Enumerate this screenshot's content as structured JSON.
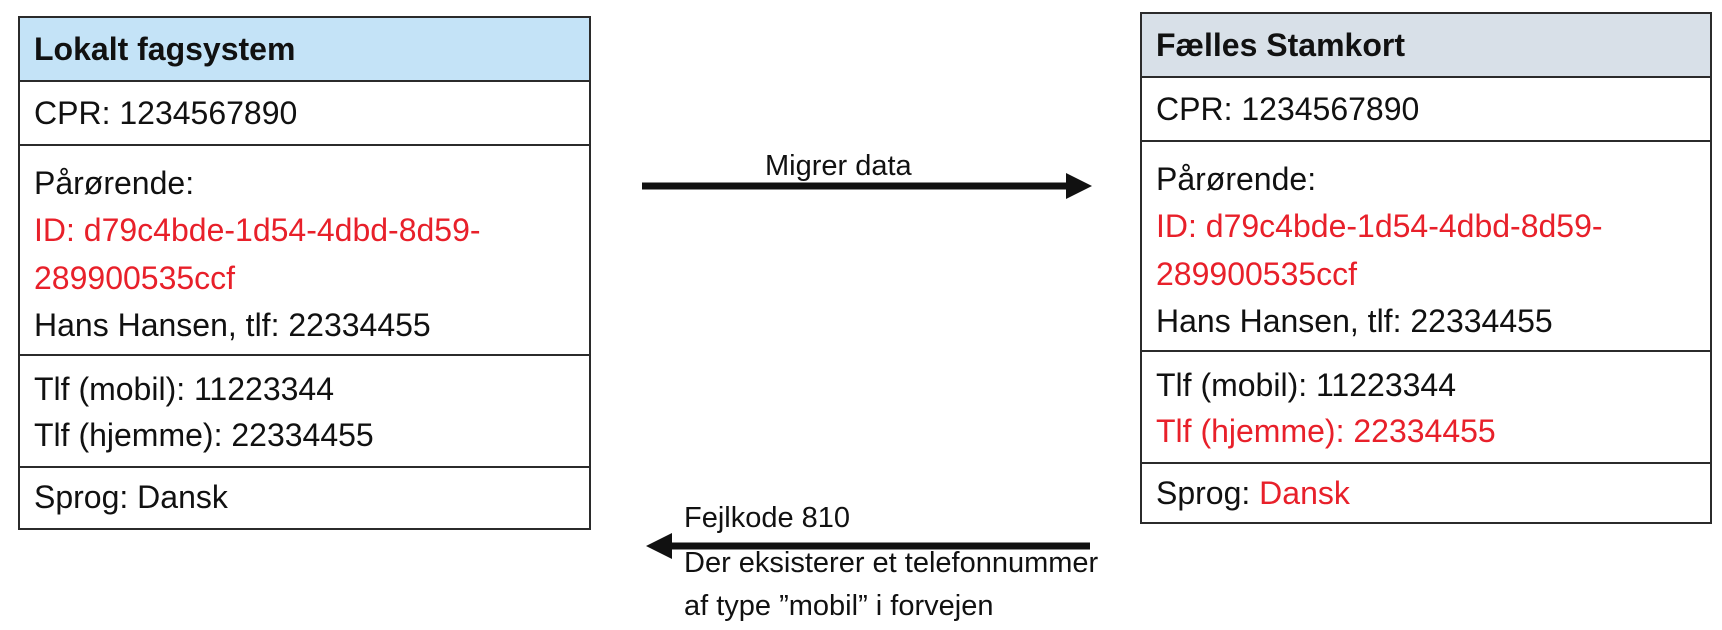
{
  "left_card": {
    "title": "Lokalt fagsystem",
    "header_color": "#c4e3f7",
    "cpr": "CPR: 1234567890",
    "relative_label": "Pårørende:",
    "relative_id_1": "ID: d79c4bde-1d54-4dbd-8d59-",
    "relative_id_2": "289900535ccf",
    "relative_name": "Hans Hansen, tlf: 22334455",
    "phone_mobile": "Tlf (mobil): 11223344",
    "phone_home": "Tlf (hjemme): 22334455",
    "language": "Sprog: Dansk"
  },
  "right_card": {
    "title": "Fælles Stamkort",
    "header_color": "#d8e0e8",
    "cpr": "CPR: 1234567890",
    "relative_label": "Pårørende:",
    "relative_id_1": "ID: d79c4bde-1d54-4dbd-8d59-",
    "relative_id_2": "289900535ccf",
    "relative_name": "Hans Hansen, tlf: 22334455",
    "phone_mobile": "Tlf (mobil): 11223344",
    "phone_home": "Tlf (hjemme): 22334455",
    "language_prefix": "Sprog: ",
    "language_value": "Dansk"
  },
  "arrows": {
    "migrate_label": "Migrer data",
    "error_line_1": "Fejlkode 810",
    "error_line_2": "Der eksisterer et telefonnummer",
    "error_line_3": "af type ”mobil” i forvejen"
  },
  "colors": {
    "highlight": "#e8202a",
    "border": "#2b2b2b"
  }
}
